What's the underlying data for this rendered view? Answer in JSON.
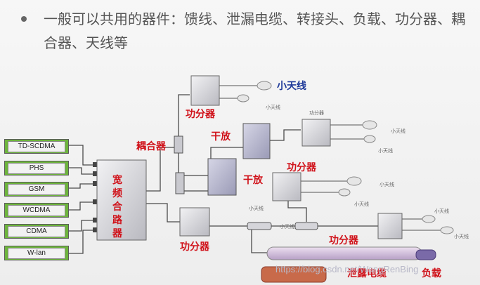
{
  "bullet": {
    "text": "一般可以共用的器件：馈线、泄漏电缆、转接头、负载、功分器、耦合器、天线等"
  },
  "systems": [
    "TD-SCDMA",
    "PHS",
    "GSM",
    "WCDMA",
    "CDMA",
    "W-lan"
  ],
  "labels": {
    "combiner": "宽频合路器",
    "coupler": "耦合器",
    "splitter_top": "功分器",
    "splitter_bottom": "功分器",
    "splitter_mid": "功分器",
    "splitter_right": "功分器",
    "amp_top": "干放",
    "amp_mid": "干放",
    "small_antenna": "小天线",
    "leaky_cable": "泄露电缆",
    "load": "负载"
  },
  "small_text": {
    "ant_1": "小天线",
    "splitter_small": "功分器",
    "ant_2": "小天线",
    "ant_3": "小天线",
    "ant_4": "小天线",
    "ant_5": "小天线",
    "ant_6": "小天线",
    "ant_7": "小天线",
    "ant_8": "小天线",
    "ant_9": "小天线"
  },
  "watermark": "https://blog.csdn.net/WangRenBing"
}
